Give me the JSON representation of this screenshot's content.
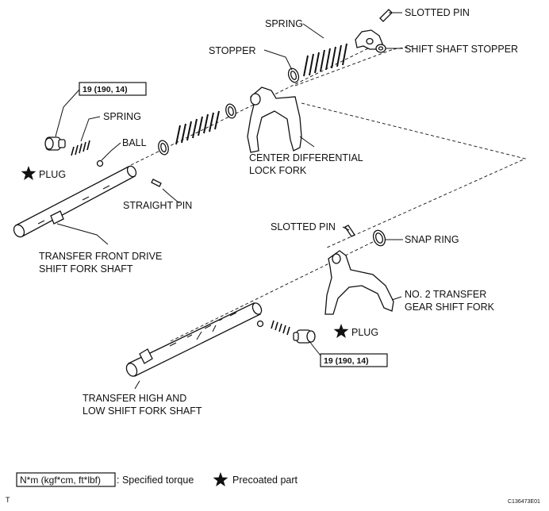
{
  "labels": {
    "slotted_pin_top": "SLOTTED PIN",
    "spring_top": "SPRING",
    "stopper": "STOPPER",
    "shift_shaft_stopper": "SHIFT SHAFT STOPPER",
    "torque_left": "19 (190, 14)",
    "spring_left": "SPRING",
    "ball": "BALL",
    "plug_left": "PLUG",
    "center_diff_line1": "CENTER DIFFERENTIAL",
    "center_diff_line2": "LOCK FORK",
    "straight_pin": "STRAIGHT PIN",
    "slotted_pin_mid": "SLOTTED PIN",
    "snap_ring": "SNAP RING",
    "front_drive_line1": "TRANSFER FRONT DRIVE",
    "front_drive_line2": "SHIFT FORK SHAFT",
    "no2_fork_line1": "NO. 2 TRANSFER",
    "no2_fork_line2": "GEAR SHIFT FORK",
    "plug_right": "PLUG",
    "torque_right": "19 (190, 14)",
    "high_low_line1": "TRANSFER HIGH AND",
    "high_low_line2": "LOW SHIFT FORK SHAFT"
  },
  "legend": {
    "unit_box": "N*m (kgf*cm, ft*lbf)",
    "unit_text": ": Specified torque",
    "precoated_text": "Precoated part"
  },
  "footer": {
    "left_mark": "T",
    "figure_code": "C136473E01"
  }
}
